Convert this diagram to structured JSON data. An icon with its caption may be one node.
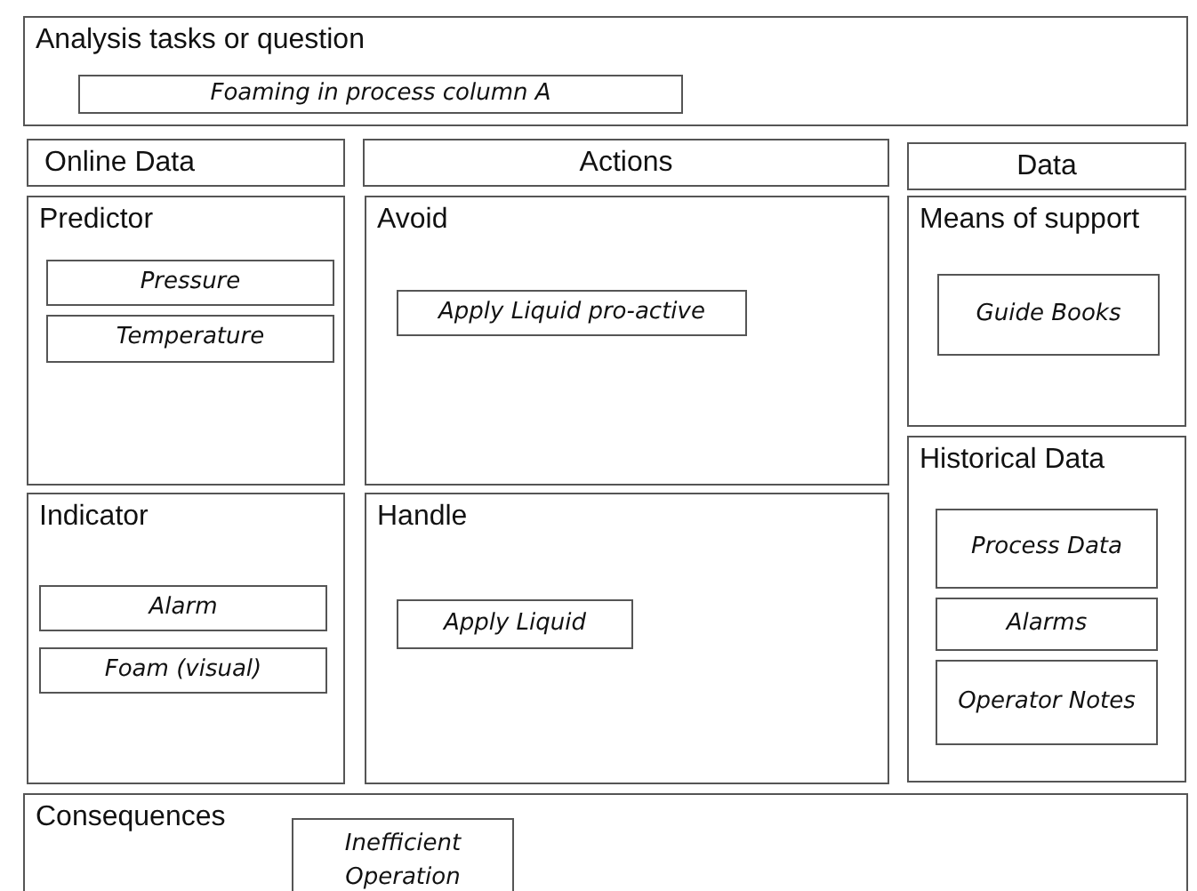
{
  "diagram": {
    "nodes": [
      {
        "text": [
          "Analysis tasks or question"
        ]
      },
      {
        "text": [
          "Foaming in process column A"
        ],
        "in": 0
      },
      {
        "text": [
          "Online Data"
        ]
      },
      {
        "text": [
          "Actions"
        ]
      },
      {
        "text": [
          "Data"
        ]
      },
      {
        "text": [
          "Predictor"
        ]
      },
      {
        "text": [
          "Pressure"
        ],
        "in": 5
      },
      {
        "text": [
          "Temperature"
        ],
        "in": 5
      },
      {
        "text": [
          "Avoid"
        ]
      },
      {
        "text": [
          "Apply Liquid pro-active"
        ],
        "in": 8
      },
      {
        "text": [
          "Means of support"
        ]
      },
      {
        "text": [
          "Guide Books"
        ],
        "in": 10
      },
      {
        "text": [
          "Indicator"
        ]
      },
      {
        "text": [
          "Alarm"
        ],
        "in": 12
      },
      {
        "text": [
          "Foam (visual)"
        ],
        "in": 12
      },
      {
        "text": [
          "Handle"
        ]
      },
      {
        "text": [
          "Apply Liquid"
        ],
        "in": 15
      },
      {
        "text": [
          "Historical Data"
        ]
      },
      {
        "text": [
          "Process Data"
        ],
        "in": 17
      },
      {
        "text": [
          "Alarms"
        ],
        "in": 17
      },
      {
        "text": [
          "Operator Notes"
        ],
        "in": 17
      },
      {
        "text": [
          "Consequences"
        ]
      },
      {
        "text": [
          "Inefficient Operation"
        ],
        "in": 21
      }
    ]
  }
}
